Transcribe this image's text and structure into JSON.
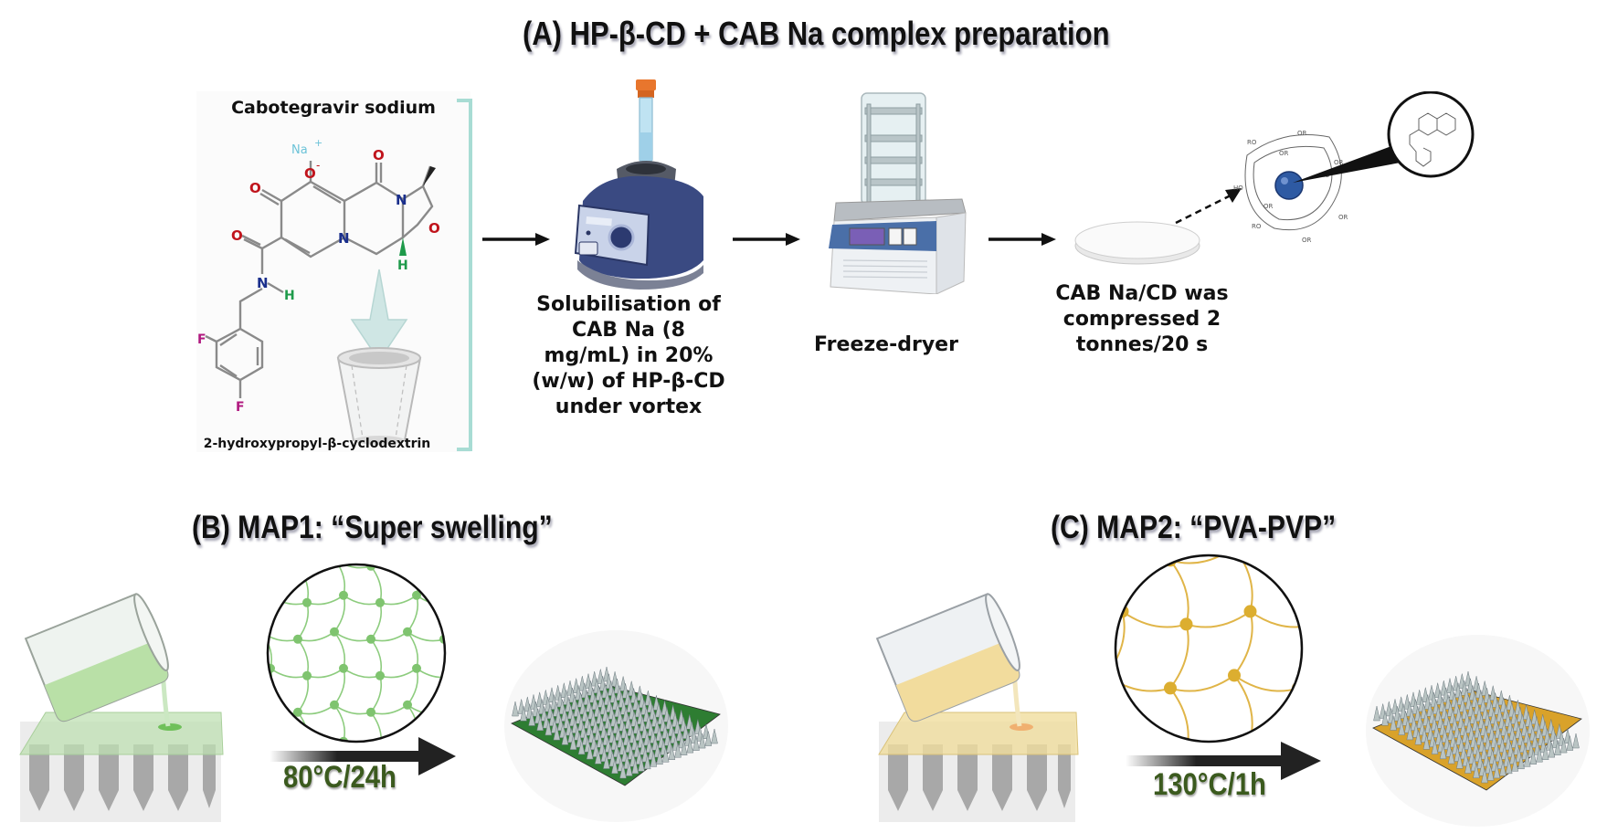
{
  "section_a": {
    "title": "(A) HP-β-CD + CAB Na complex preparation",
    "molecule_label": "Cabotegravir sodium",
    "cyclodextrin_label": "2-hydroxypropyl-β-cyclodextrin",
    "atoms": {
      "na": "Na",
      "plus": "+",
      "o": "O",
      "n": "N",
      "h": "H",
      "f": "F",
      "minus": "-"
    },
    "step1_lines": [
      "Solubilisation of",
      "CAB Na (8",
      "mg/mL) in 20%",
      "(w/w) of HP-β-CD",
      "under vortex"
    ],
    "step2_label": "Freeze-dryer",
    "step3_lines": [
      "CAB Na/CD was",
      "compressed 2",
      "tonnes/20 s"
    ],
    "cd_ring_label": "OR",
    "colors": {
      "oxygen": "#c0141c",
      "nitrogen": "#1a2f8c",
      "hydrogen": "#1e9a4a",
      "fluorine": "#b0187f",
      "sodium": "#6cc3d8",
      "bond": "#8a8a8a",
      "bracket": "#a8dcd4"
    }
  },
  "section_b": {
    "title": "(B) MAP1: “Super swelling”",
    "temperature": "80°C/24h",
    "colors": {
      "polymer": "#8dcc7e",
      "node": "#7fc46f",
      "base": "#2e7d32"
    }
  },
  "section_c": {
    "title": "(C) MAP2: “PVA-PVP”",
    "temperature": "130°C/1h",
    "colors": {
      "polymer": "#e0b548",
      "node": "#dcae30",
      "base": "#d9a22a"
    }
  }
}
